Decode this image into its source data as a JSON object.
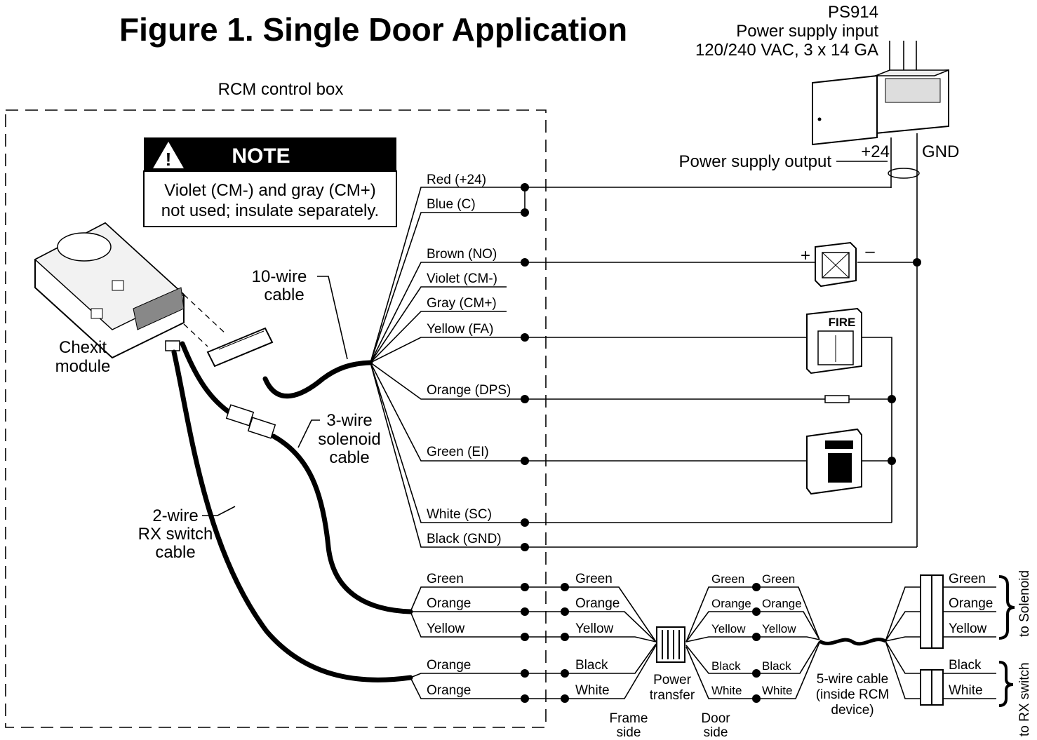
{
  "title": "Figure 1. Single Door Application",
  "power_supply": {
    "model": "PS914",
    "input_line1": "Power supply input",
    "input_line2": "120/240 VAC, 3 x 14 GA",
    "output_label": "Power supply output",
    "plus_label": "+24",
    "gnd_label": "GND"
  },
  "control_box_label": "RCM control box",
  "note": {
    "heading": "NOTE",
    "line1": "Violet (CM-) and gray (CM+)",
    "line2": "not used; insulate separately."
  },
  "module_label": {
    "line1": "Chexit",
    "line2": "module"
  },
  "cables": {
    "ten_wire": {
      "line1": "10-wire",
      "line2": "cable"
    },
    "three_wire": {
      "line1": "3-wire",
      "line2": "solenoid",
      "line3": "cable"
    },
    "two_wire": {
      "line1": "2-wire",
      "line2": "RX switch",
      "line3": "cable"
    },
    "five_wire": {
      "line1": "5-wire cable",
      "line2": "(inside RCM",
      "line3": "device)"
    }
  },
  "ten_wire_colors": [
    "Red (+24)",
    "Blue (C)",
    "Brown (NO)",
    "Violet (CM-)",
    "Gray (CM+)",
    "Yellow (FA)",
    "Orange (DPS)",
    "Green (EI)",
    "White (SC)",
    "Black (GND)"
  ],
  "device_labels": {
    "plus": "+",
    "minus": "–",
    "fire": "FIRE"
  },
  "box_wires": [
    "Green",
    "Orange",
    "Yellow",
    "Orange",
    "Orange"
  ],
  "frame_wires": [
    "Green",
    "Orange",
    "Yellow",
    "Black",
    "White"
  ],
  "door_left_wires": [
    "Green",
    "Orange",
    "Yellow",
    "Black",
    "White"
  ],
  "door_right_wires": [
    "Green",
    "Orange",
    "Yellow",
    "Black",
    "White"
  ],
  "end_wires": [
    "Green",
    "Orange",
    "Yellow",
    "Black",
    "White"
  ],
  "power_transfer": {
    "line1": "Power",
    "line2": "transfer"
  },
  "frame_side": {
    "line1": "Frame",
    "line2": "side"
  },
  "door_side": {
    "line1": "Door",
    "line2": "side"
  },
  "to_solenoid": "to Solenoid",
  "to_rx_switch": "to RX switch"
}
